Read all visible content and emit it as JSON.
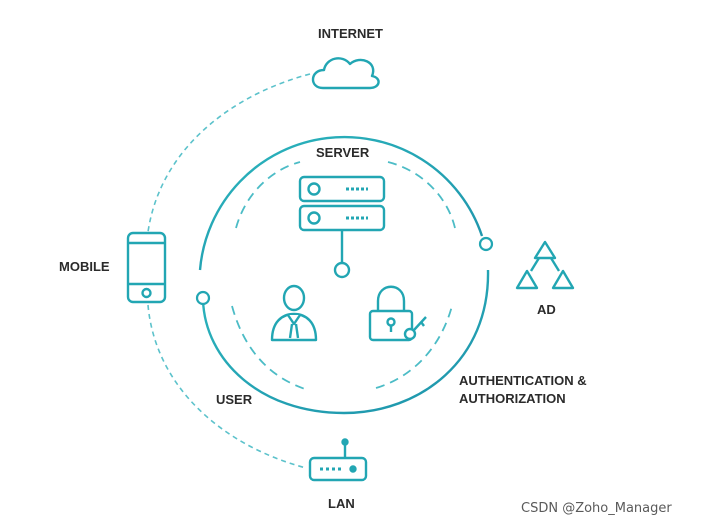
{
  "labels": {
    "internet": "INTERNET",
    "server": "SERVER",
    "mobile": "MOBILE",
    "ad": "AD",
    "user": "USER",
    "auth_line1": "AUTHENTICATION &",
    "auth_line2": "AUTHORIZATION",
    "lan": "LAN"
  },
  "watermark": "CSDN @Zoho_Manager",
  "colors": {
    "teal": "#21a7b4",
    "teal_light": "#4cc3cc",
    "text": "#2b2b2b"
  },
  "icons": {
    "internet": "cloud-icon",
    "server": "server-icon",
    "mobile": "mobile-phone-icon",
    "ad": "triangle-network-icon",
    "user": "user-icon",
    "auth": "lock-key-icon",
    "lan": "router-icon"
  }
}
